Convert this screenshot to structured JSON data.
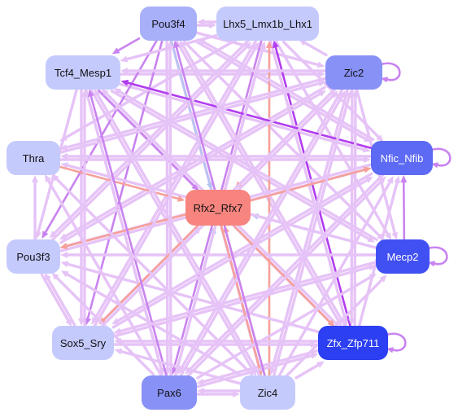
{
  "palette": {
    "pink_edge": "#e6c3f7",
    "purple_edge": "#c983f0",
    "strong_purple_edge": "#b23cf0",
    "salmon_edge": "#f6a09a",
    "blue_edge": "#b7c3f2",
    "node_light": "#c5cafd",
    "node_mid": "#a9b0fa",
    "node_medium_blue": "#8891f6",
    "node_blue": "#5d6af4",
    "node_royal": "#4150f3",
    "node_deep": "#2c3ff2",
    "node_hub": "#f7847e"
  },
  "nodes": [
    {
      "id": "pou3f4",
      "label": "Pou3f4",
      "color": "#a9b0fa",
      "text": "#111111"
    },
    {
      "id": "lhx5",
      "label": "Lhx5_Lmx1b_Lhx1",
      "color": "#c5cafd",
      "text": "#111111"
    },
    {
      "id": "tcf4",
      "label": "Tcf4_Mesp1",
      "color": "#c5cafd",
      "text": "#111111"
    },
    {
      "id": "zic2",
      "label": "Zic2",
      "color": "#8891f6",
      "text": "#111111"
    },
    {
      "id": "thra",
      "label": "Thra",
      "color": "#c5cafd",
      "text": "#111111"
    },
    {
      "id": "nfic",
      "label": "Nfic_Nfib",
      "color": "#5d6af4",
      "text": "#ffffff"
    },
    {
      "id": "rfx2",
      "label": "Rfx2_Rfx7",
      "color": "#f7847e",
      "text": "#111111"
    },
    {
      "id": "pou3f3",
      "label": "Pou3f3",
      "color": "#c5cafd",
      "text": "#111111"
    },
    {
      "id": "mecp2",
      "label": "Mecp2",
      "color": "#4150f3",
      "text": "#ffffff"
    },
    {
      "id": "sox5",
      "label": "Sox5_Sry",
      "color": "#c5cafd",
      "text": "#111111"
    },
    {
      "id": "zfx",
      "label": "Zfx_Zfp711",
      "color": "#2c3ff2",
      "text": "#ffffff"
    },
    {
      "id": "pax6",
      "label": "Pax6",
      "color": "#8891f6",
      "text": "#111111"
    },
    {
      "id": "zic4",
      "label": "Zic4",
      "color": "#c5cafd",
      "text": "#111111"
    }
  ],
  "edges": [
    {
      "from": "tcf4",
      "to": "zic2",
      "color": "#e6c3f7"
    },
    {
      "from": "tcf4",
      "to": "nfic",
      "color": "#e6c3f7"
    },
    {
      "from": "tcf4",
      "to": "mecp2",
      "color": "#e6c3f7"
    },
    {
      "from": "tcf4",
      "to": "zfx",
      "color": "#e6c3f7"
    },
    {
      "from": "tcf4",
      "to": "zic4",
      "color": "#e6c3f7"
    },
    {
      "from": "tcf4",
      "to": "pax6",
      "color": "#e6c3f7"
    },
    {
      "from": "tcf4",
      "to": "sox5",
      "color": "#e6c3f7"
    },
    {
      "from": "tcf4",
      "to": "pou3f3",
      "color": "#e6c3f7"
    },
    {
      "from": "tcf4",
      "to": "rfx2",
      "color": "#c983f0"
    },
    {
      "from": "pou3f4",
      "to": "tcf4",
      "color": "#c983f0"
    },
    {
      "from": "pou3f4",
      "to": "lhx5",
      "color": "#e6c3f7"
    },
    {
      "from": "lhx5",
      "to": "pou3f4",
      "color": "#e6c3f7"
    },
    {
      "from": "pou3f4",
      "to": "zic2",
      "color": "#e6c3f7"
    },
    {
      "from": "pou3f4",
      "to": "nfic",
      "color": "#e6c3f7"
    },
    {
      "from": "pou3f4",
      "to": "mecp2",
      "color": "#e6c3f7"
    },
    {
      "from": "pou3f4",
      "to": "zfx",
      "color": "#e6c3f7"
    },
    {
      "from": "pou3f4",
      "to": "zic4",
      "color": "#e6c3f7"
    },
    {
      "from": "pou3f4",
      "to": "pax6",
      "color": "#e6c3f7"
    },
    {
      "from": "pou3f4",
      "to": "sox5",
      "color": "#c983f0"
    },
    {
      "from": "pou3f4",
      "to": "pou3f3",
      "color": "#c983f0"
    },
    {
      "from": "pou3f4",
      "to": "rfx2",
      "color": "#b7c3f2"
    },
    {
      "from": "lhx5",
      "to": "tcf4",
      "color": "#e6c3f7"
    },
    {
      "from": "lhx5",
      "to": "thra",
      "color": "#e6c3f7"
    },
    {
      "from": "lhx5",
      "to": "pou3f3",
      "color": "#e6c3f7"
    },
    {
      "from": "lhx5",
      "to": "sox5",
      "color": "#e6c3f7"
    },
    {
      "from": "lhx5",
      "to": "pax6",
      "color": "#c983f0"
    },
    {
      "from": "lhx5",
      "to": "zfx",
      "color": "#e6c3f7"
    },
    {
      "from": "lhx5",
      "to": "mecp2",
      "color": "#e6c3f7"
    },
    {
      "from": "lhx5",
      "to": "nfic",
      "color": "#e6c3f7"
    },
    {
      "from": "zic4",
      "to": "lhx5",
      "color": "#f6a09a"
    },
    {
      "from": "zfx",
      "to": "lhx5",
      "color": "#b23cf0"
    },
    {
      "from": "zic2",
      "to": "tcf4",
      "color": "#e6c3f7"
    },
    {
      "from": "zic2",
      "to": "lhx5",
      "color": "#e6c3f7"
    },
    {
      "from": "zic2",
      "to": "thra",
      "color": "#e6c3f7"
    },
    {
      "from": "zic2",
      "to": "rfx2",
      "color": "#f6a09a"
    },
    {
      "from": "zic2",
      "to": "pou3f3",
      "color": "#e6c3f7"
    },
    {
      "from": "zic2",
      "to": "sox5",
      "color": "#e6c3f7"
    },
    {
      "from": "zic2",
      "to": "pax6",
      "color": "#e6c3f7"
    },
    {
      "from": "zic2",
      "to": "zic4",
      "color": "#e6c3f7"
    },
    {
      "from": "zic2",
      "to": "zfx",
      "color": "#e6c3f7"
    },
    {
      "from": "zic2",
      "to": "mecp2",
      "color": "#e6c3f7"
    },
    {
      "from": "nfic",
      "to": "tcf4",
      "color": "#b23cf0"
    },
    {
      "from": "nfic",
      "to": "thra",
      "color": "#e6c3f7"
    },
    {
      "from": "thra",
      "to": "nfic",
      "color": "#e6c3f7"
    },
    {
      "from": "nfic",
      "to": "pou3f3",
      "color": "#e6c3f7"
    },
    {
      "from": "nfic",
      "to": "sox5",
      "color": "#e6c3f7"
    },
    {
      "from": "nfic",
      "to": "pax6",
      "color": "#e6c3f7"
    },
    {
      "from": "nfic",
      "to": "pou3f4",
      "color": "#e6c3f7"
    },
    {
      "from": "mecp2",
      "to": "nfic",
      "color": "#c983f0"
    },
    {
      "from": "mecp2",
      "to": "rfx2",
      "color": "#b7c3f2"
    },
    {
      "from": "mecp2",
      "to": "tcf4",
      "color": "#e6c3f7"
    },
    {
      "from": "mecp2",
      "to": "pou3f3",
      "color": "#e6c3f7"
    },
    {
      "from": "mecp2",
      "to": "sox5",
      "color": "#e6c3f7"
    },
    {
      "from": "mecp2",
      "to": "thra",
      "color": "#e6c3f7"
    },
    {
      "from": "zfx",
      "to": "tcf4",
      "color": "#e6c3f7"
    },
    {
      "from": "zfx",
      "to": "pou3f3",
      "color": "#e6c3f7"
    },
    {
      "from": "zfx",
      "to": "sox5",
      "color": "#e6c3f7"
    },
    {
      "from": "zfx",
      "to": "pax6",
      "color": "#e6c3f7"
    },
    {
      "from": "zfx",
      "to": "nfic",
      "color": "#e6c3f7"
    },
    {
      "from": "zfx",
      "to": "zic2",
      "color": "#e6c3f7"
    },
    {
      "from": "zfx",
      "to": "pou3f4",
      "color": "#e6c3f7"
    },
    {
      "from": "thra",
      "to": "rfx2",
      "color": "#f6a09a"
    },
    {
      "from": "thra",
      "to": "zic2",
      "color": "#e6c3f7"
    },
    {
      "from": "pou3f3",
      "to": "thra",
      "color": "#e6c3f7"
    },
    {
      "from": "pou3f3",
      "to": "nfic",
      "color": "#e6c3f7"
    },
    {
      "from": "pou3f3",
      "to": "zic2",
      "color": "#e6c3f7"
    },
    {
      "from": "pou3f3",
      "to": "lhx5",
      "color": "#e6c3f7"
    },
    {
      "from": "rfx2",
      "to": "pou3f3",
      "color": "#f6a09a"
    },
    {
      "from": "rfx2",
      "to": "nfic",
      "color": "#f6a09a"
    },
    {
      "from": "rfx2",
      "to": "zic4",
      "color": "#f6a09a"
    },
    {
      "from": "rfx2",
      "to": "sox5",
      "color": "#f6a09a"
    },
    {
      "from": "rfx2",
      "to": "zfx",
      "color": "#f6a09a"
    },
    {
      "from": "rfx2",
      "to": "lhx5",
      "color": "#f6a09a"
    },
    {
      "from": "zic4",
      "to": "rfx2",
      "color": "#f6a09a"
    },
    {
      "from": "pax6",
      "to": "rfx2",
      "color": "#b7c3f2"
    },
    {
      "from": "sox5",
      "to": "rfx2",
      "color": "#e6c3f7"
    },
    {
      "from": "sox5",
      "to": "tcf4",
      "color": "#e6c3f7"
    },
    {
      "from": "sox5",
      "to": "lhx5",
      "color": "#e6c3f7"
    },
    {
      "from": "sox5",
      "to": "zic2",
      "color": "#e6c3f7"
    },
    {
      "from": "sox5",
      "to": "nfic",
      "color": "#e6c3f7"
    },
    {
      "from": "sox5",
      "to": "mecp2",
      "color": "#e6c3f7"
    },
    {
      "from": "sox5",
      "to": "zfx",
      "color": "#e6c3f7"
    },
    {
      "from": "sox5",
      "to": "pou3f3",
      "color": "#e6c3f7"
    },
    {
      "from": "pou3f3",
      "to": "sox5",
      "color": "#e6c3f7"
    },
    {
      "from": "pax6",
      "to": "zic4",
      "color": "#e6c3f7"
    },
    {
      "from": "zic4",
      "to": "pax6",
      "color": "#e6c3f7"
    },
    {
      "from": "pax6",
      "to": "tcf4",
      "color": "#c983f0"
    },
    {
      "from": "pax6",
      "to": "pou3f3",
      "color": "#e6c3f7"
    },
    {
      "from": "pax6",
      "to": "thra",
      "color": "#e6c3f7"
    },
    {
      "from": "pax6",
      "to": "nfic",
      "color": "#e6c3f7"
    },
    {
      "from": "pax6",
      "to": "mecp2",
      "color": "#e6c3f7"
    },
    {
      "from": "pax6",
      "to": "zfx",
      "color": "#e6c3f7"
    },
    {
      "from": "pax6",
      "to": "zic2",
      "color": "#e6c3f7"
    },
    {
      "from": "pax6",
      "to": "lhx5",
      "color": "#e6c3f7"
    },
    {
      "from": "pax6",
      "to": "pou3f4",
      "color": "#e6c3f7"
    },
    {
      "from": "zic4",
      "to": "tcf4",
      "color": "#e6c3f7"
    },
    {
      "from": "zic4",
      "to": "pou3f3",
      "color": "#e6c3f7"
    },
    {
      "from": "zic4",
      "to": "sox5",
      "color": "#e6c3f7"
    },
    {
      "from": "zic4",
      "to": "zic2",
      "color": "#e6c3f7"
    },
    {
      "from": "zic4",
      "to": "nfic",
      "color": "#e6c3f7"
    },
    {
      "from": "zic4",
      "to": "mecp2",
      "color": "#e6c3f7"
    },
    {
      "from": "zic4",
      "to": "zfx",
      "color": "#e6c3f7"
    },
    {
      "from": "zic4",
      "to": "pou3f4",
      "color": "#c983f0"
    },
    {
      "from": "zic4",
      "to": "thra",
      "color": "#e6c3f7"
    }
  ],
  "self_loops": [
    {
      "node": "zic2",
      "color": "#c983f0"
    },
    {
      "node": "nfic",
      "color": "#c983f0"
    },
    {
      "node": "mecp2",
      "color": "#c983f0"
    },
    {
      "node": "zfx",
      "color": "#c983f0"
    }
  ]
}
